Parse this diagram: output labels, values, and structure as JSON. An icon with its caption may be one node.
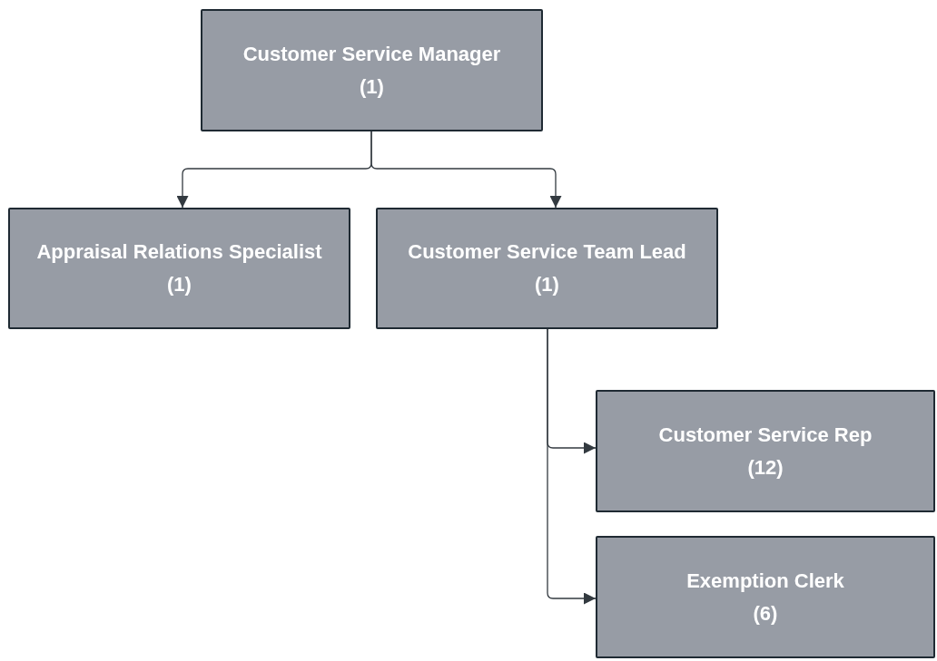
{
  "diagram": {
    "nodes": [
      {
        "text": [
          "Customer Service Manager",
          "(1)"
        ]
      },
      {
        "text": [
          "Appraisal Relations Specialist",
          "(1)"
        ]
      },
      {
        "text": [
          "Customer Service Team Lead",
          "(1)"
        ]
      },
      {
        "text": [
          "Customer Service Rep",
          "(12)"
        ]
      },
      {
        "text": [
          "Exemption Clerk",
          "(6)"
        ]
      }
    ],
    "edges": [
      {
        "from": 0,
        "to": 1,
        "arrow": "to"
      },
      {
        "from": 0,
        "to": 2,
        "arrow": "to"
      },
      {
        "from": 2,
        "to": 3,
        "arrow": "to"
      },
      {
        "from": 2,
        "to": 4,
        "arrow": "to"
      }
    ]
  }
}
